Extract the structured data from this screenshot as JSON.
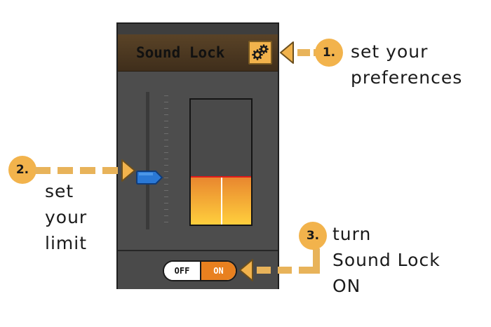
{
  "panel": {
    "title": "Sound Lock",
    "settings_icon": "gear-icon",
    "meter": {
      "level_fraction": 0.38,
      "limit_fraction": 0.38
    },
    "slider": {
      "limit_fraction": 0.38
    },
    "toggle": {
      "off_label": "OFF",
      "on_label": "ON",
      "state": "on"
    }
  },
  "callouts": {
    "step1": {
      "number": "1.",
      "text_line1": "set your",
      "text_line2": "preferences"
    },
    "step2": {
      "number": "2.",
      "text_line1": "set",
      "text_line2": "your",
      "text_line3": "limit"
    },
    "step3": {
      "number": "3.",
      "text_line1": "turn",
      "text_line2": "Sound Lock",
      "text_line3": "ON"
    }
  },
  "colors": {
    "accent": "#f2b34c",
    "meter_top": "#e8862f",
    "meter_bottom": "#ffcf3d",
    "limit_line": "#e11b1b",
    "slider_thumb": "#2a78d6",
    "toggle_on": "#e8801f"
  }
}
